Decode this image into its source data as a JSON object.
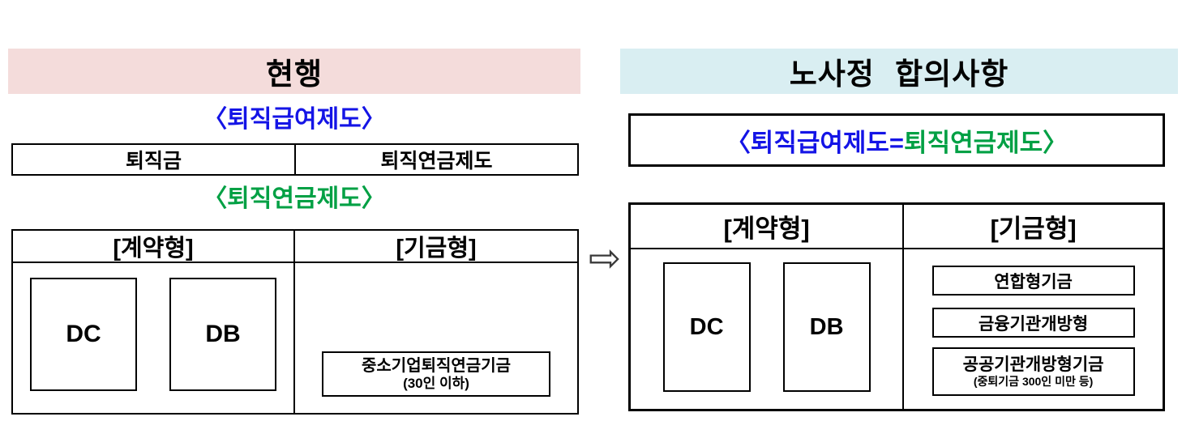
{
  "colors": {
    "pink": "#f4dcdb",
    "cyan": "#d9eef2",
    "blue": "#1414e6",
    "green": "#00a044"
  },
  "arrow": "⇨",
  "left": {
    "header": "현행",
    "benefit_heading": "〈퇴직급여제도〉",
    "benefit_cells": [
      "퇴직금",
      "퇴직연금제도"
    ],
    "pension_heading": "〈퇴직연금제도〉",
    "box": {
      "contract_header": "[계약형]",
      "fund_header": "[기금형]",
      "dc": "DC",
      "db": "DB",
      "sme_fund_line1": "중소기업퇴직연금기금",
      "sme_fund_line2": "(30인 이하)"
    }
  },
  "right": {
    "header": "노사정 합의사항",
    "equation": {
      "blue_part": "〈퇴직급여제도=",
      "green_part": "퇴직연금제도〉"
    },
    "box": {
      "contract_header": "[계약형]",
      "fund_header": "[기금형]",
      "dc": "DC",
      "db": "DB",
      "fund_items": [
        {
          "label": "연합형기금"
        },
        {
          "label": "금융기관개방형"
        },
        {
          "label": "공공기관개방형기금",
          "sub": "(중퇴기금 300인 미만 등)"
        }
      ]
    }
  }
}
